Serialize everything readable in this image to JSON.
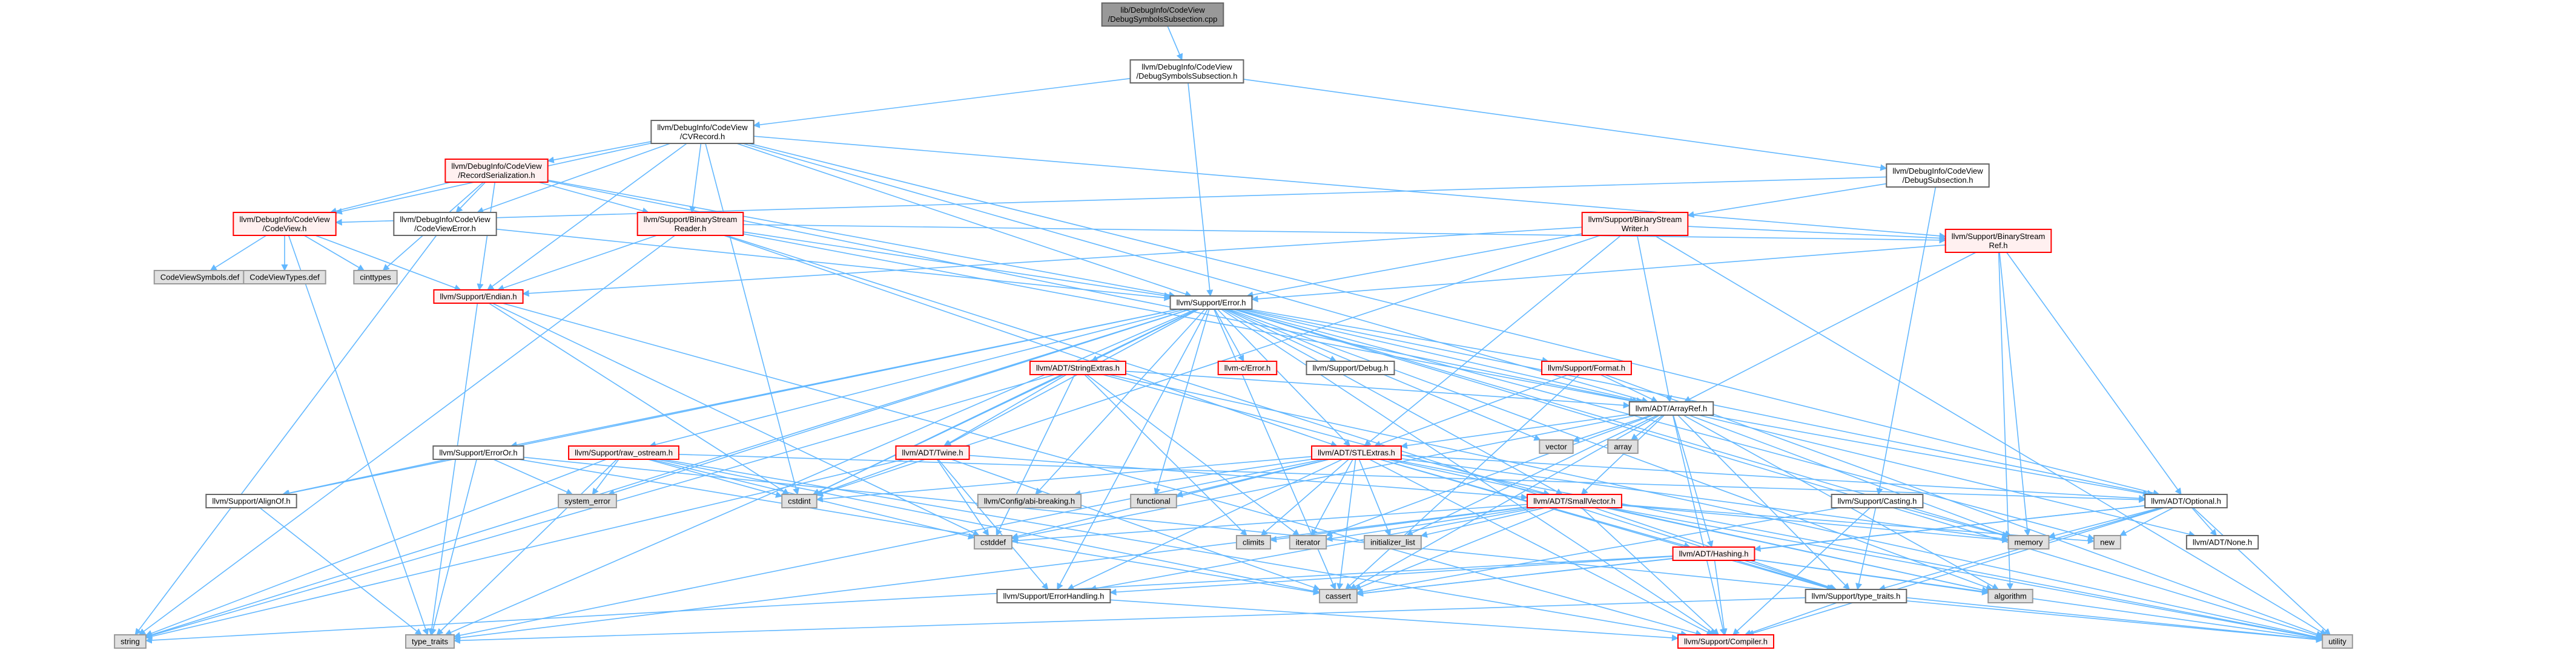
{
  "colors": {
    "edge": "#63b8ff",
    "root_fill": "#999999",
    "root_stroke": "#666666",
    "normal_fill": "#ffffff",
    "normal_stroke": "#666666",
    "red_fill": "#fff0f0",
    "red_stroke": "#ff0000",
    "grey_fill": "#e0e0e0",
    "grey_stroke": "#999999"
  },
  "nodes": [
    {
      "id": "root",
      "lines": [
        "lib/DebugInfo/CodeView",
        "/DebugSymbolsSubsection.cpp"
      ],
      "style": "root"
    },
    {
      "id": "dss",
      "lines": [
        "llvm/DebugInfo/CodeView",
        "/DebugSymbolsSubsection.h"
      ],
      "style": "normal"
    },
    {
      "id": "cvrec",
      "lines": [
        "llvm/DebugInfo/CodeView",
        "/CVRecord.h"
      ],
      "style": "normal"
    },
    {
      "id": "dsub",
      "lines": [
        "llvm/DebugInfo/CodeView",
        "/DebugSubsection.h"
      ],
      "style": "normal"
    },
    {
      "id": "recser",
      "lines": [
        "llvm/DebugInfo/CodeView",
        "/RecordSerialization.h"
      ],
      "style": "red"
    },
    {
      "id": "cvh",
      "lines": [
        "llvm/DebugInfo/CodeView",
        "/CodeView.h"
      ],
      "style": "red"
    },
    {
      "id": "cverr",
      "lines": [
        "llvm/DebugInfo/CodeView",
        "/CodeViewError.h"
      ],
      "style": "normal"
    },
    {
      "id": "bsr",
      "lines": [
        "llvm/Support/BinaryStream",
        "Reader.h"
      ],
      "style": "red"
    },
    {
      "id": "bsw",
      "lines": [
        "llvm/Support/BinaryStream",
        "Writer.h"
      ],
      "style": "red"
    },
    {
      "id": "bsref",
      "lines": [
        "llvm/Support/BinaryStream",
        "Ref.h"
      ],
      "style": "red"
    },
    {
      "id": "cvsym",
      "lines": [
        "CodeViewSymbols.def"
      ],
      "style": "grey"
    },
    {
      "id": "cvtyp",
      "lines": [
        "CodeViewTypes.def"
      ],
      "style": "grey"
    },
    {
      "id": "cinttypes",
      "lines": [
        "cinttypes"
      ],
      "style": "grey"
    },
    {
      "id": "endian",
      "lines": [
        "llvm/Support/Endian.h"
      ],
      "style": "red"
    },
    {
      "id": "error",
      "lines": [
        "llvm/Support/Error.h"
      ],
      "style": "normal"
    },
    {
      "id": "strext",
      "lines": [
        "llvm/ADT/StringExtras.h"
      ],
      "style": "red"
    },
    {
      "id": "cerr",
      "lines": [
        "llvm-c/Error.h"
      ],
      "style": "red"
    },
    {
      "id": "debug",
      "lines": [
        "llvm/Support/Debug.h"
      ],
      "style": "normal"
    },
    {
      "id": "format",
      "lines": [
        "llvm/Support/Format.h"
      ],
      "style": "red"
    },
    {
      "id": "arrayref",
      "lines": [
        "llvm/ADT/ArrayRef.h"
      ],
      "style": "normal"
    },
    {
      "id": "erroror",
      "lines": [
        "llvm/Support/ErrorOr.h"
      ],
      "style": "normal"
    },
    {
      "id": "rawos",
      "lines": [
        "llvm/Support/raw_ostream.h"
      ],
      "style": "red"
    },
    {
      "id": "twine",
      "lines": [
        "llvm/ADT/Twine.h"
      ],
      "style": "red"
    },
    {
      "id": "stlext",
      "lines": [
        "llvm/ADT/STLExtras.h"
      ],
      "style": "red"
    },
    {
      "id": "array",
      "lines": [
        "array"
      ],
      "style": "grey"
    },
    {
      "id": "vector",
      "lines": [
        "vector"
      ],
      "style": "grey"
    },
    {
      "id": "smallvec",
      "lines": [
        "llvm/ADT/SmallVector.h"
      ],
      "style": "red"
    },
    {
      "id": "casting",
      "lines": [
        "llvm/Support/Casting.h"
      ],
      "style": "normal"
    },
    {
      "id": "optional",
      "lines": [
        "llvm/ADT/Optional.h"
      ],
      "style": "normal"
    },
    {
      "id": "alignof",
      "lines": [
        "llvm/Support/AlignOf.h"
      ],
      "style": "normal"
    },
    {
      "id": "syserr",
      "lines": [
        "system_error"
      ],
      "style": "grey"
    },
    {
      "id": "cstdint",
      "lines": [
        "cstdint"
      ],
      "style": "grey"
    },
    {
      "id": "abibreak",
      "lines": [
        "llvm/Config/abi-breaking.h"
      ],
      "style": "grey"
    },
    {
      "id": "functional",
      "lines": [
        "functional"
      ],
      "style": "grey"
    },
    {
      "id": "cstddef",
      "lines": [
        "cstddef"
      ],
      "style": "grey"
    },
    {
      "id": "climits",
      "lines": [
        "climits"
      ],
      "style": "grey"
    },
    {
      "id": "iterator",
      "lines": [
        "iterator"
      ],
      "style": "grey"
    },
    {
      "id": "initlist",
      "lines": [
        "initializer_list"
      ],
      "style": "grey"
    },
    {
      "id": "memory",
      "lines": [
        "memory"
      ],
      "style": "grey"
    },
    {
      "id": "new",
      "lines": [
        "new"
      ],
      "style": "grey"
    },
    {
      "id": "none",
      "lines": [
        "llvm/ADT/None.h"
      ],
      "style": "normal"
    },
    {
      "id": "hashing",
      "lines": [
        "llvm/ADT/Hashing.h"
      ],
      "style": "red"
    },
    {
      "id": "errhand",
      "lines": [
        "llvm/Support/ErrorHandling.h"
      ],
      "style": "normal"
    },
    {
      "id": "cassert",
      "lines": [
        "cassert"
      ],
      "style": "grey"
    },
    {
      "id": "algorithm",
      "lines": [
        "algorithm"
      ],
      "style": "grey"
    },
    {
      "id": "typetraits",
      "lines": [
        "llvm/Support/type_traits.h"
      ],
      "style": "normal"
    },
    {
      "id": "string",
      "lines": [
        "string"
      ],
      "style": "grey"
    },
    {
      "id": "stdtypetraits",
      "lines": [
        "type_traits"
      ],
      "style": "grey"
    },
    {
      "id": "compiler",
      "lines": [
        "llvm/Support/Compiler.h"
      ],
      "style": "red"
    },
    {
      "id": "utility",
      "lines": [
        "utility"
      ],
      "style": "grey"
    }
  ],
  "edges": [
    [
      "root",
      "dss"
    ],
    [
      "dss",
      "cvrec"
    ],
    [
      "dss",
      "dsub"
    ],
    [
      "dss",
      "error"
    ],
    [
      "cvrec",
      "recser"
    ],
    [
      "cvrec",
      "cvh"
    ],
    [
      "cvrec",
      "cverr"
    ],
    [
      "cvrec",
      "bsr"
    ],
    [
      "cvrec",
      "bsref"
    ],
    [
      "cvrec",
      "error"
    ],
    [
      "cvrec",
      "arrayref"
    ],
    [
      "cvrec",
      "optional"
    ],
    [
      "cvrec",
      "cstdint"
    ],
    [
      "cvrec",
      "endian"
    ],
    [
      "dsub",
      "cvh"
    ],
    [
      "dsub",
      "bsw"
    ],
    [
      "dsub",
      "casting"
    ],
    [
      "recser",
      "cvh"
    ],
    [
      "recser",
      "cverr"
    ],
    [
      "recser",
      "bsr"
    ],
    [
      "recser",
      "endian"
    ],
    [
      "recser",
      "error"
    ],
    [
      "recser",
      "arrayref"
    ],
    [
      "recser",
      "cinttypes"
    ],
    [
      "cvh",
      "cvsym"
    ],
    [
      "cvh",
      "cvtyp"
    ],
    [
      "cvh",
      "cinttypes"
    ],
    [
      "cvh",
      "endian"
    ],
    [
      "cvh",
      "stdtypetraits"
    ],
    [
      "cverr",
      "error"
    ],
    [
      "cverr",
      "string"
    ],
    [
      "bsr",
      "endian"
    ],
    [
      "bsr",
      "error"
    ],
    [
      "bsr",
      "arrayref"
    ],
    [
      "bsr",
      "stlext"
    ],
    [
      "bsr",
      "bsref"
    ],
    [
      "bsr",
      "typetraits"
    ],
    [
      "bsr",
      "string"
    ],
    [
      "bsw",
      "error"
    ],
    [
      "bsw",
      "arrayref"
    ],
    [
      "bsw",
      "stlext"
    ],
    [
      "bsw",
      "bsref"
    ],
    [
      "bsw",
      "endian"
    ],
    [
      "bsw",
      "utility"
    ],
    [
      "bsw",
      "cstdint"
    ],
    [
      "bsref",
      "error"
    ],
    [
      "bsref",
      "arrayref"
    ],
    [
      "bsref",
      "optional"
    ],
    [
      "bsref",
      "memory"
    ],
    [
      "bsref",
      "algorithm"
    ],
    [
      "endian",
      "compiler"
    ],
    [
      "endian",
      "cstddef"
    ],
    [
      "endian",
      "cstdint"
    ],
    [
      "endian",
      "stdtypetraits"
    ],
    [
      "error",
      "strext"
    ],
    [
      "error",
      "cerr"
    ],
    [
      "error",
      "debug"
    ],
    [
      "error",
      "format"
    ],
    [
      "error",
      "arrayref"
    ],
    [
      "error",
      "erroror"
    ],
    [
      "error",
      "rawos"
    ],
    [
      "error",
      "twine"
    ],
    [
      "error",
      "stlext"
    ],
    [
      "error",
      "smallvec"
    ],
    [
      "error",
      "alignof"
    ],
    [
      "error",
      "abibreak"
    ],
    [
      "error",
      "errhand"
    ],
    [
      "error",
      "cassert"
    ],
    [
      "error",
      "cstdint"
    ],
    [
      "error",
      "functional"
    ],
    [
      "error",
      "memory"
    ],
    [
      "error",
      "new"
    ],
    [
      "error",
      "string"
    ],
    [
      "error",
      "syserr"
    ],
    [
      "error",
      "vector"
    ],
    [
      "error",
      "utility"
    ],
    [
      "error",
      "stdtypetraits"
    ],
    [
      "error",
      "algorithm"
    ],
    [
      "error",
      "compiler"
    ],
    [
      "error",
      "optional"
    ],
    [
      "strext",
      "arrayref"
    ],
    [
      "strext",
      "twine"
    ],
    [
      "strext",
      "smallvec"
    ],
    [
      "strext",
      "iterator"
    ],
    [
      "strext",
      "cstddef"
    ],
    [
      "strext",
      "cstdint"
    ],
    [
      "strext",
      "climits"
    ],
    [
      "strext",
      "string"
    ],
    [
      "strext",
      "utility"
    ],
    [
      "format",
      "arrayref"
    ],
    [
      "format",
      "stlext"
    ],
    [
      "format",
      "utility"
    ],
    [
      "format",
      "cassert"
    ],
    [
      "arrayref",
      "array"
    ],
    [
      "arrayref",
      "vector"
    ],
    [
      "arrayref",
      "smallvec"
    ],
    [
      "arrayref",
      "stlext"
    ],
    [
      "arrayref",
      "hashing"
    ],
    [
      "arrayref",
      "none"
    ],
    [
      "arrayref",
      "compiler"
    ],
    [
      "arrayref",
      "memory"
    ],
    [
      "arrayref",
      "algorithm"
    ],
    [
      "arrayref",
      "cassert"
    ],
    [
      "arrayref",
      "cstddef"
    ],
    [
      "arrayref",
      "iterator"
    ],
    [
      "arrayref",
      "initlist"
    ],
    [
      "arrayref",
      "typetraits"
    ],
    [
      "arrayref",
      "optional"
    ],
    [
      "erroror",
      "alignof"
    ],
    [
      "erroror",
      "syserr"
    ],
    [
      "erroror",
      "cassert"
    ],
    [
      "erroror",
      "stdtypetraits"
    ],
    [
      "erroror",
      "utility"
    ],
    [
      "rawos",
      "cstdint"
    ],
    [
      "rawos",
      "syserr"
    ],
    [
      "rawos",
      "cstddef"
    ],
    [
      "rawos",
      "string"
    ],
    [
      "rawos",
      "stdtypetraits"
    ],
    [
      "rawos",
      "cassert"
    ],
    [
      "rawos",
      "compiler"
    ],
    [
      "rawos",
      "optional"
    ],
    [
      "twine",
      "smallvec"
    ],
    [
      "twine",
      "cstdint"
    ],
    [
      "twine",
      "errhand"
    ],
    [
      "twine",
      "cassert"
    ],
    [
      "twine",
      "cstddef"
    ],
    [
      "twine",
      "string"
    ],
    [
      "stlext",
      "abibreak"
    ],
    [
      "stlext",
      "functional"
    ],
    [
      "stlext",
      "cstddef"
    ],
    [
      "stlext",
      "cstdint"
    ],
    [
      "stlext",
      "iterator"
    ],
    [
      "stlext",
      "initlist"
    ],
    [
      "stlext",
      "memory"
    ],
    [
      "stlext",
      "utility"
    ],
    [
      "stlext",
      "cassert"
    ],
    [
      "stlext",
      "climits"
    ],
    [
      "stlext",
      "hashing"
    ],
    [
      "stlext",
      "errhand"
    ],
    [
      "stlext",
      "typetraits"
    ],
    [
      "stlext",
      "algorithm"
    ],
    [
      "stlext",
      "optional"
    ],
    [
      "stlext",
      "stdtypetraits"
    ],
    [
      "stlext",
      "compiler"
    ],
    [
      "smallvec",
      "compiler"
    ],
    [
      "smallvec",
      "typetraits"
    ],
    [
      "smallvec",
      "algorithm"
    ],
    [
      "smallvec",
      "cassert"
    ],
    [
      "smallvec",
      "cstddef"
    ],
    [
      "smallvec",
      "memory"
    ],
    [
      "smallvec",
      "new"
    ],
    [
      "smallvec",
      "initlist"
    ],
    [
      "smallvec",
      "iterator"
    ],
    [
      "smallvec",
      "climits"
    ],
    [
      "smallvec",
      "utility"
    ],
    [
      "smallvec",
      "errhand"
    ],
    [
      "smallvec",
      "stdtypetraits"
    ],
    [
      "casting",
      "compiler"
    ],
    [
      "casting",
      "typetraits"
    ],
    [
      "casting",
      "cassert"
    ],
    [
      "casting",
      "memory"
    ],
    [
      "optional",
      "none"
    ],
    [
      "optional",
      "compiler"
    ],
    [
      "optional",
      "typetraits"
    ],
    [
      "optional",
      "new"
    ],
    [
      "optional",
      "cassert"
    ],
    [
      "optional",
      "memory"
    ],
    [
      "optional",
      "utility"
    ],
    [
      "optional",
      "hashing"
    ],
    [
      "alignof",
      "stdtypetraits"
    ],
    [
      "hashing",
      "errhand"
    ],
    [
      "hashing",
      "typetraits"
    ],
    [
      "hashing",
      "algorithm"
    ],
    [
      "hashing",
      "cassert"
    ],
    [
      "hashing",
      "string"
    ],
    [
      "hashing",
      "utility"
    ],
    [
      "hashing",
      "compiler"
    ],
    [
      "errhand",
      "compiler"
    ],
    [
      "typetraits",
      "compiler"
    ],
    [
      "typetraits",
      "utility"
    ],
    [
      "typetraits",
      "stdtypetraits"
    ]
  ]
}
